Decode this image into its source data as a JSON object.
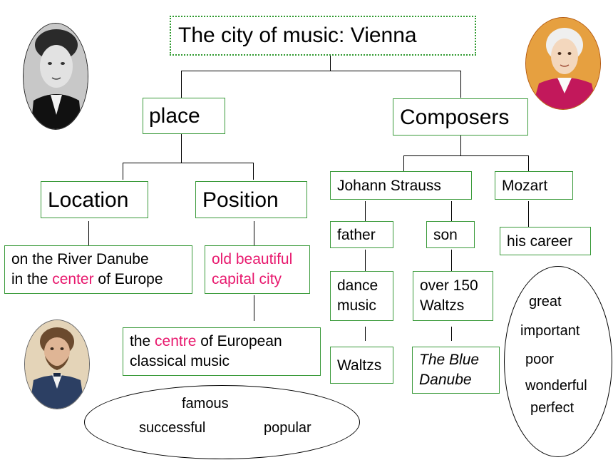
{
  "title": "The city of music: Vienna",
  "place": {
    "label": "place",
    "location": {
      "label": "Location",
      "text_before": "on the River Danube",
      "text_line2_before": "in the ",
      "text_highlight": "center",
      "text_line2_after": " of Europe"
    },
    "position": {
      "label": "Position",
      "highlight_line1": "old beautiful",
      "highlight_line2": "capital city",
      "centre": {
        "line1_before": "the ",
        "line1_highlight": "centre",
        "line1_after": " of European",
        "line2": "classical music"
      }
    }
  },
  "composers": {
    "label": "Composers",
    "strauss": {
      "label": "Johann Strauss",
      "father": {
        "label": "father",
        "genre_line1": "dance",
        "genre_line2": "music",
        "work": "Waltzs"
      },
      "son": {
        "label": "son",
        "count_line1": "over 150",
        "count_line2": "Waltzs",
        "work_line1": "The Blue",
        "work_line2": "Danube"
      }
    },
    "mozart": {
      "label": "Mozart",
      "detail": "his career"
    }
  },
  "adjectives_bottom": [
    "famous",
    "successful",
    "popular"
  ],
  "adjectives_right": [
    "great",
    "important",
    "poor",
    "wonderful",
    "perfect"
  ],
  "colors": {
    "box_border": "#3a9a3a",
    "highlight": "#e8196e",
    "title_border": "#2e9a2e"
  },
  "portraits": [
    "portrait-strauss-son-icon",
    "portrait-mozart-icon",
    "portrait-strauss-father-icon"
  ]
}
